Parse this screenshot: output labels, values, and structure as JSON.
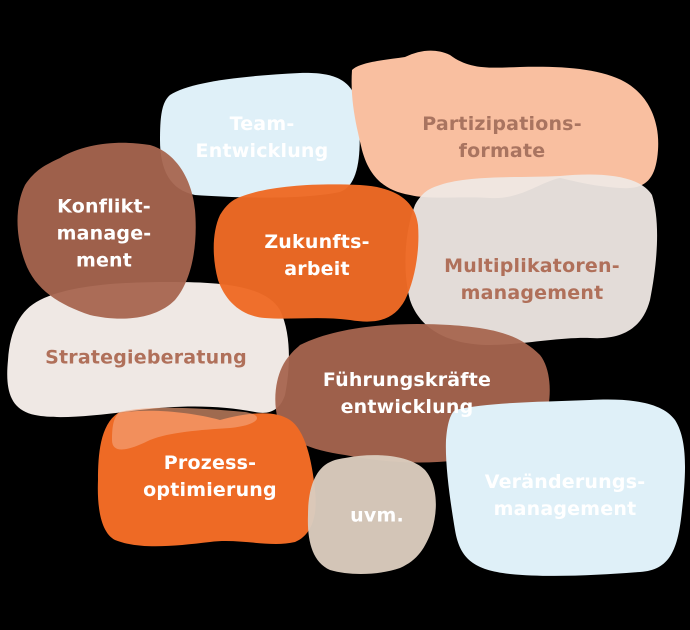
{
  "colors": {
    "background": "#000000",
    "light_blue": "#dff0f8",
    "peach": "#f9bfa0",
    "light_beige": "#efe8e4",
    "taupe": "#dacbbd",
    "brown": "#a7654f",
    "orange": "#ee6a25",
    "label_brown": "#b0705a",
    "label_white": "#ffffff"
  },
  "topics": [
    {
      "id": "team",
      "lines": [
        "Team-",
        "Entwicklung"
      ],
      "fill": "light_blue",
      "text": "white"
    },
    {
      "id": "partizipation",
      "lines": [
        "Partizipations-",
        "formate"
      ],
      "fill": "peach",
      "text": "brown"
    },
    {
      "id": "konflikt",
      "lines": [
        "Konflikt-",
        "manage-",
        "ment"
      ],
      "fill": "brown",
      "text": "white"
    },
    {
      "id": "zukunft",
      "lines": [
        "Zukunfts-",
        "arbeit"
      ],
      "fill": "orange",
      "text": "white"
    },
    {
      "id": "multiplikatoren",
      "lines": [
        "Multiplikatoren-",
        "management"
      ],
      "fill": "light_beige",
      "text": "brown"
    },
    {
      "id": "strategie",
      "lines": [
        "Strategieberatung"
      ],
      "fill": "light_beige",
      "text": "brown"
    },
    {
      "id": "fuehrung",
      "lines": [
        "Führungskräfte",
        "entwicklung"
      ],
      "fill": "brown",
      "text": "white"
    },
    {
      "id": "prozess",
      "lines": [
        "Prozess-",
        "optimierung"
      ],
      "fill": "orange",
      "text": "white"
    },
    {
      "id": "uvm",
      "lines": [
        "uvm."
      ],
      "fill": "taupe",
      "text": "white"
    },
    {
      "id": "veraenderung",
      "lines": [
        "Veränderungs-",
        "management"
      ],
      "fill": "light_blue",
      "text": "white"
    }
  ]
}
